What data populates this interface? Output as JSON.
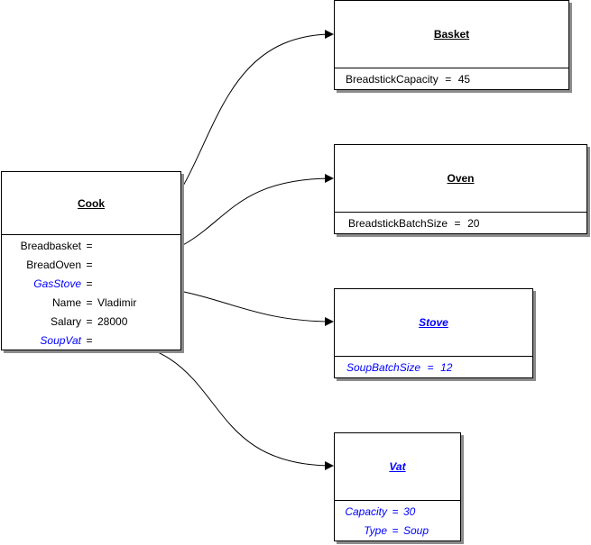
{
  "cook": {
    "title": "Cook",
    "fields": [
      {
        "name": "Breadbasket",
        "eq": "=",
        "value": ""
      },
      {
        "name": "BreadOven",
        "eq": "=",
        "value": ""
      },
      {
        "name": "GasStove",
        "eq": "=",
        "value": ""
      },
      {
        "name": "Name",
        "eq": "=",
        "value": "Vladimir"
      },
      {
        "name": "Salary",
        "eq": "=",
        "value": "28000"
      },
      {
        "name": "SoupVat",
        "eq": "=",
        "value": ""
      }
    ]
  },
  "basket": {
    "title": "Basket",
    "fields": [
      {
        "name": "BreadstickCapacity",
        "eq": "=",
        "value": "45"
      }
    ]
  },
  "oven": {
    "title": "Oven",
    "fields": [
      {
        "name": "BreadstickBatchSize",
        "eq": "=",
        "value": "20"
      }
    ]
  },
  "stove": {
    "title": "Stove",
    "fields": [
      {
        "name": "SoupBatchSize",
        "eq": "=",
        "value": "12"
      }
    ]
  },
  "vat": {
    "title": "Vat",
    "fields": [
      {
        "name": "Capacity",
        "eq": "=",
        "value": "30"
      },
      {
        "name": "Type",
        "eq": "=",
        "value": "Soup"
      }
    ]
  },
  "colors": {
    "link_field": "#0000ff",
    "shadow": "#8c8c8c"
  }
}
